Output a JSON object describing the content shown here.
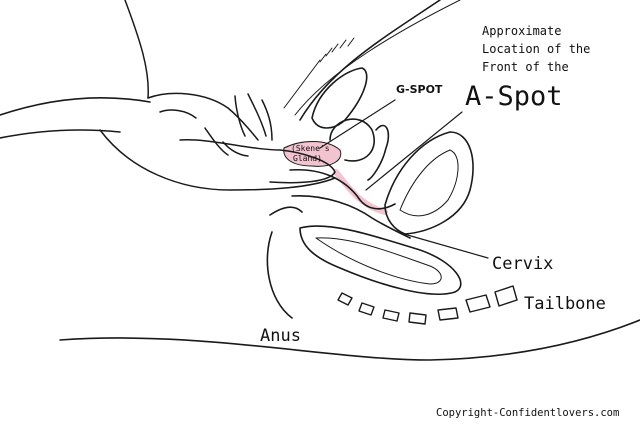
{
  "labels": {
    "caption_lines": [
      "Approximate",
      "Location of the",
      "Front of the"
    ],
    "a_spot": "A-Spot",
    "g_spot": "G-SPOT",
    "skenes_gland_lines": [
      "(Skene's",
      "Gland)"
    ],
    "cervix": "Cervix",
    "tailbone": "Tailbone",
    "anus": "Anus"
  },
  "copyright": "Copyright-Confidentlovers.com",
  "colors": {
    "ink": "#1a1a1a",
    "highlight": "#f2c4cf",
    "background": "#ffffff"
  }
}
